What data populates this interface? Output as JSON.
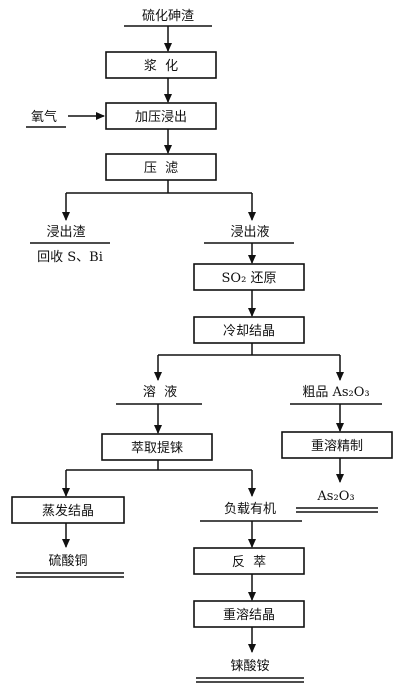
{
  "nodes": {
    "start": "硫化砷渣",
    "slurry": "浆  化",
    "pressure_leach": "加压浸出",
    "oxygen": "氧气",
    "press_filter": "压  滤",
    "leach_residue": "浸出渣",
    "recover_s_bi": "回收 S、Bi",
    "leach_liquor": "浸出液",
    "so2_reduce": "SO₂ 还原",
    "cool_crystal": "冷却结晶",
    "solution": "溶  液",
    "crude": "粗品 As₂O₃",
    "extract_re": "萃取提铼",
    "recrystal_refine": "重溶精制",
    "product_as2o3": "As₂O₃",
    "evap_crystal": "蒸发结晶",
    "loaded_org": "负载有机",
    "copper_sulfate": "硫酸铜",
    "strip": "反  萃",
    "recrystal": "重溶结晶",
    "ammonium_perrhenate": "铼酸铵"
  }
}
